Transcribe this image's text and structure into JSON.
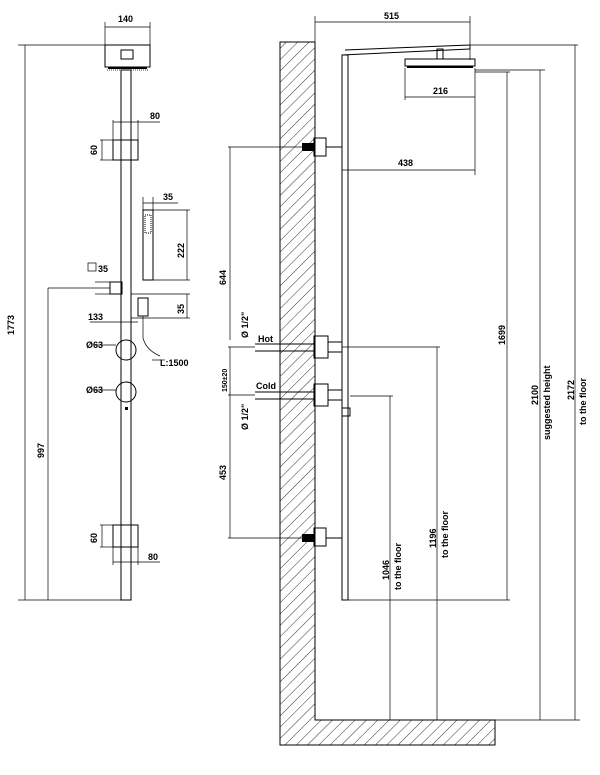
{
  "front_view": {
    "width_top": "140",
    "total_height": "1773",
    "bracket_width_top": "80",
    "bracket_height_top": "60",
    "handshower_width": "35",
    "handshower_height": "222",
    "holder_size": "35",
    "holder_gap": "35",
    "outlet_offset": "133",
    "knob_top_dia": "Ø63",
    "knob_bottom_dia": "Ø63",
    "hose_length": "L:1500",
    "mixer_height": "997",
    "bracket_height_bottom": "60",
    "bracket_width_bottom": "80"
  },
  "side_view": {
    "projection": "515",
    "head_width": "216",
    "arm_length": "438",
    "bracket_spacing": "644",
    "inlet_hot_thread": "Ø 1/2\"",
    "inlet_cold_thread": "Ø 1/2\"",
    "label_hot": "Hot",
    "label_cold": "Cold",
    "inlet_spacing": "150±20",
    "lower_spacing": "453",
    "top_to_head": "1699",
    "cold_height": "1046",
    "cold_height_note": "to the floor",
    "hot_height": "1196",
    "hot_height_note": "to the floor",
    "suggested_height": "2100",
    "suggested_height_note": "suggested height",
    "max_height": "2172",
    "max_height_note": "to the floor"
  }
}
